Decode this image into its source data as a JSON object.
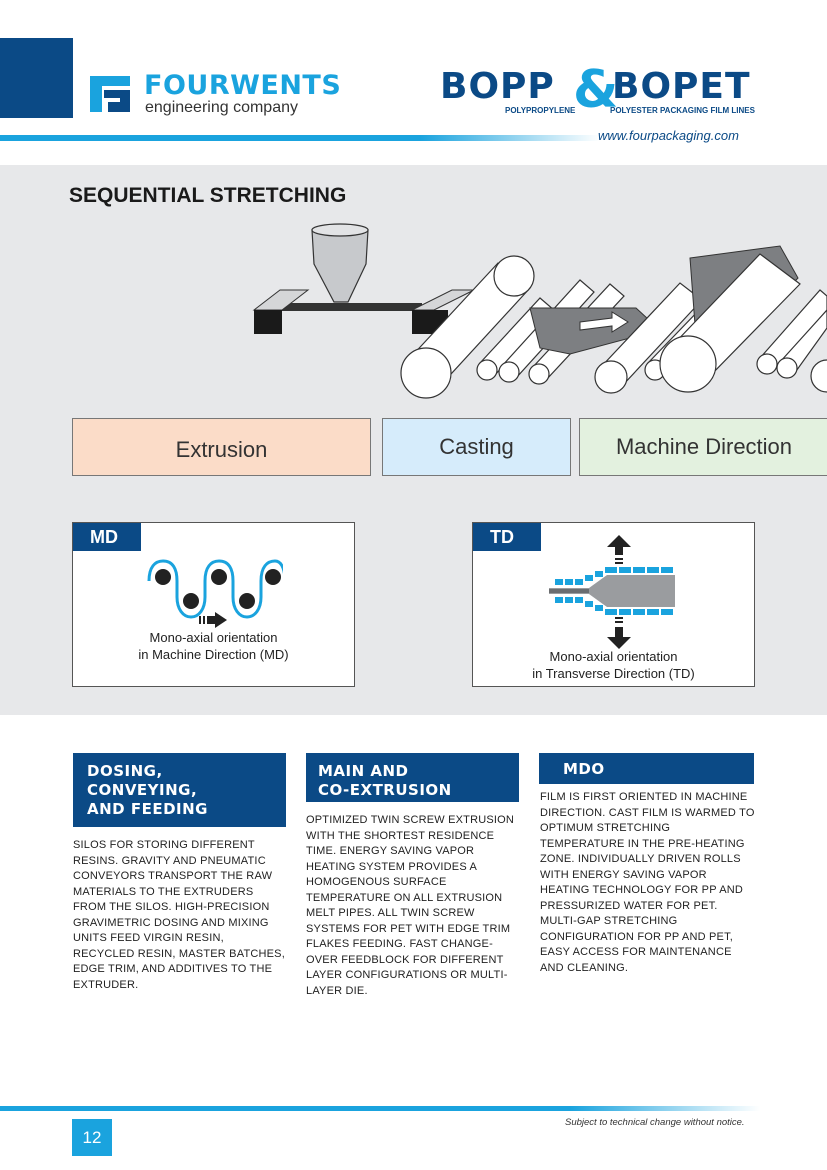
{
  "header": {
    "company_name": "FOURWENTS",
    "company_sub": "engineering company",
    "product_word1": "BOPP",
    "product_amp": "&",
    "product_word2": "BOPET",
    "product_sub1": "POLYPROPYLENE",
    "product_sub2": "POLYESTER PACKAGING FILM LINES",
    "website": "www.fourpackaging.com",
    "colors": {
      "brand_blue": "#0b4a86",
      "accent_cyan": "#1aa3de"
    }
  },
  "section": {
    "title": "SEQUENTIAL STRETCHING"
  },
  "stages": [
    {
      "label": "Extrusion",
      "color": "#fbdcc8"
    },
    {
      "label": "Casting",
      "color": "#d6ecfb"
    },
    {
      "label": "Machine Direction",
      "color": "#e3f1df"
    }
  ],
  "diagrams": {
    "md": {
      "tag": "MD",
      "caption_line1": "Mono-axial orientation",
      "caption_line2": "in Machine Direction (MD)"
    },
    "td": {
      "tag": "TD",
      "caption_line1": "Mono-axial orientation",
      "caption_line2": "in Transverse Direction (TD)"
    }
  },
  "columns": [
    {
      "heading_lines": [
        "DOSING,",
        "CONVEYING,",
        "AND FEEDING"
      ],
      "body": "SILOS FOR STORING DIFFERENT RESINS. GRAVITY AND PNEUMATIC CONVEYORS TRANSPORT THE RAW MATERIALS TO THE EXTRUDERS FROM THE SILOS. HIGH-PRECISION GRAVIMETRIC DOSING AND MIXING UNITS FEED VIRGIN RESIN, RECYCLED RESIN, MASTER BATCHES, EDGE TRIM, AND ADDITIVES TO THE EXTRUDER."
    },
    {
      "heading_lines": [
        "MAIN AND",
        "CO-EXTRUSION"
      ],
      "body": "OPTIMIZED TWIN SCREW EXTRUSION WITH THE SHORTEST RESIDENCE TIME. ENERGY SAVING VAPOR HEATING SYSTEM PROVIDES A HOMOGENOUS SURFACE TEMPERATURE ON ALL EXTRUSION MELT PIPES. ALL TWIN SCREW SYSTEMS FOR PET WITH EDGE TRIM FLAKES FEEDING. FAST CHANGE-OVER FEEDBLOCK FOR DIFFERENT LAYER CONFIGURATIONS  OR MULTI-LAYER DIE."
    },
    {
      "heading_lines": [
        "MDO"
      ],
      "body": "FILM IS FIRST ORIENTED IN MACHINE DIRECTION. CAST FILM IS WARMED TO OPTIMUM STRETCHING TEMPERATURE IN THE PRE-HEATING ZONE. INDIVIDUALLY DRIVEN ROLLS WITH ENERGY SAVING VAPOR HEATING TECHNOLOGY FOR PP AND PRESSURIZED WATER FOR PET. MULTI-GAP STRETCHING CONFIGURATION FOR PP AND PET, EASY ACCESS FOR MAINTENANCE AND CLEANING."
    }
  ],
  "footer": {
    "page_number": "12",
    "disclaimer": "Subject to technical change without notice."
  }
}
